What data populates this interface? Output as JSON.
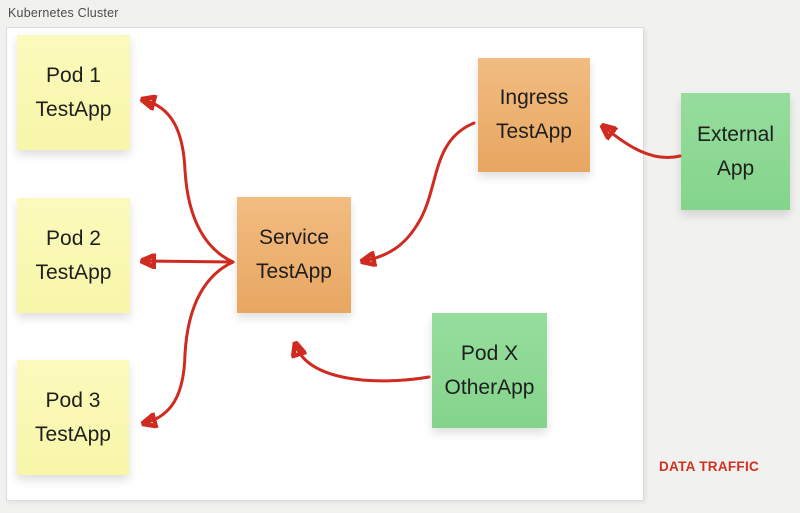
{
  "cluster": {
    "label": "Kubernetes Cluster"
  },
  "nodes": {
    "pod1": {
      "lines": [
        "Pod 1",
        "TestApp"
      ],
      "kind": "pod",
      "color": "#f8f6a8"
    },
    "pod2": {
      "lines": [
        "Pod 2",
        "TestApp"
      ],
      "kind": "pod",
      "color": "#f8f6a8"
    },
    "pod3": {
      "lines": [
        "Pod 3",
        "TestApp"
      ],
      "kind": "pod",
      "color": "#f8f6a8"
    },
    "service": {
      "lines": [
        "Service",
        "TestApp"
      ],
      "kind": "service",
      "color": "#edb171"
    },
    "ingress": {
      "lines": [
        "Ingress",
        "TestApp"
      ],
      "kind": "ingress",
      "color": "#edb171"
    },
    "external": {
      "lines": [
        "External",
        "App"
      ],
      "kind": "external",
      "color": "#8dd894"
    },
    "podx": {
      "lines": [
        "Pod X",
        "OtherApp"
      ],
      "kind": "other-pod",
      "color": "#8dd894"
    }
  },
  "edges": [
    {
      "from": "external",
      "to": "ingress"
    },
    {
      "from": "ingress",
      "to": "service"
    },
    {
      "from": "service",
      "to": "pod1"
    },
    {
      "from": "service",
      "to": "pod2"
    },
    {
      "from": "service",
      "to": "pod3"
    },
    {
      "from": "podx",
      "to": "service"
    }
  ],
  "legend": {
    "label": "DATA TRAFFIC",
    "color": "#d2301f"
  },
  "colors": {
    "arrow": "#cf2b20",
    "background": "#f1f1ef",
    "cluster_fill": "#ffffff"
  }
}
